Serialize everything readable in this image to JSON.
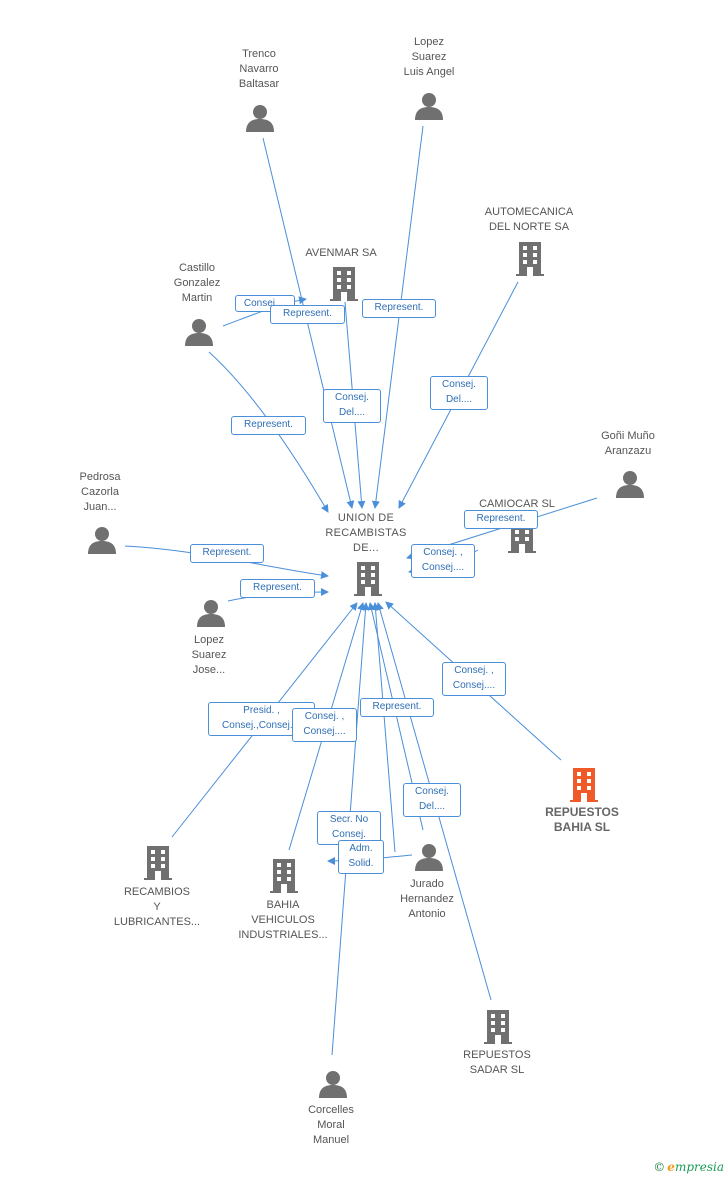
{
  "colors": {
    "edge": "#4a8fd9",
    "node": "#707070",
    "highlight": "#f05a28"
  },
  "nodes": {
    "center": "UNION DE\nRECAMBISTAS\nDE...",
    "trenco": "Trenco\nNavarro\nBaltasar",
    "lopez_luis": "Lopez\nSuarez\nLuis Angel",
    "automecanica": "AUTOMECANICA\nDEL NORTE SA",
    "avenmar": "AVENMAR SA",
    "castillo": "Castillo\nGonzalez\nMartin",
    "goni": "Goñi Muño\nAranzazu",
    "camiocar": "CAMIOCAR SL",
    "pedrosa": "Pedrosa\nCazorla\nJuan...",
    "lopez_jose": "Lopez\nSuarez\nJose...",
    "repuestos_bahia": "REPUESTOS\nBAHIA SL",
    "recambios": "RECAMBIOS\nY\nLUBRICANTES...",
    "bahia_vehiculos": "BAHIA\nVEHICULOS\nINDUSTRIALES...",
    "jurado": "Jurado\nHernandez\nAntonio",
    "repuestos_sadar": "REPUESTOS\nSADAR SL",
    "corcelles": "Corcelles\nMoral\nManuel"
  },
  "edge_labels": {
    "castillo_consej": "Consej....",
    "trenco_represent": "Represent.",
    "lopez_luis_represent": "Represent.",
    "avenmar_consej": "Consej.\nDel....",
    "automecanica_consej": "Consej.\nDel....",
    "castillo_represent": "Represent.",
    "goni_represent": "Represent.",
    "camiocar_consej": "Consej. ,\nConsej....",
    "pedrosa_represent": "Represent.",
    "lopez_jose_represent": "Represent.",
    "repuestos_bahia_consej": "Consej. ,\nConsej....",
    "recambios_presid": "Presid. ,\nConsej.,Consej....",
    "bahia_vehiculos_consej": "Consej. ,\nConsej....",
    "jurado_represent": "Represent.",
    "jurado_consej": "Consej.\nDel....",
    "corcelles_secr": "Secr. No\nConsej.",
    "corcelles_adm": "Adm.\nSolid."
  },
  "footer": {
    "copyright": "©",
    "brand_initial": "e",
    "brand_rest": "mpresia"
  }
}
